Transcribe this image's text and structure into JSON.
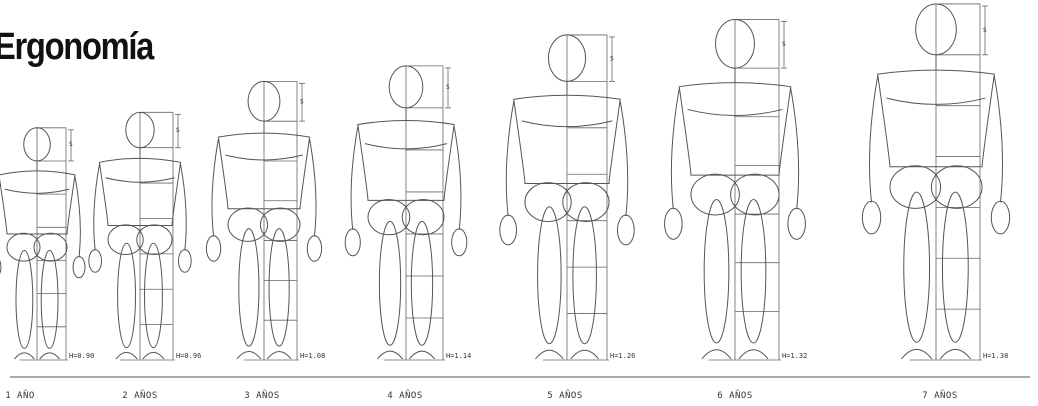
{
  "title": "Ergonomía",
  "chart_data": {
    "type": "diagram",
    "figures": [
      {
        "age": "1 AÑO",
        "height_label": "H=0.90",
        "height_m": 0.9,
        "head_label": "S"
      },
      {
        "age": "2 AÑOS",
        "height_label": "H=0.96",
        "height_m": 0.96,
        "head_label": "S"
      },
      {
        "age": "3 AÑOS",
        "height_label": "H=1.08",
        "height_m": 1.08,
        "head_label": "S"
      },
      {
        "age": "4 AÑOS",
        "height_label": "H=1.14",
        "height_m": 1.14,
        "head_label": "S"
      },
      {
        "age": "5 AÑOS",
        "height_label": "H=1.26",
        "height_m": 1.26,
        "head_label": "S"
      },
      {
        "age": "6 AÑOS",
        "height_label": "H=1.32",
        "height_m": 1.32,
        "head_label": "S"
      },
      {
        "age": "7 AÑOS",
        "height_label": "H=1.38",
        "height_m": 1.38,
        "head_label": "S"
      }
    ]
  }
}
